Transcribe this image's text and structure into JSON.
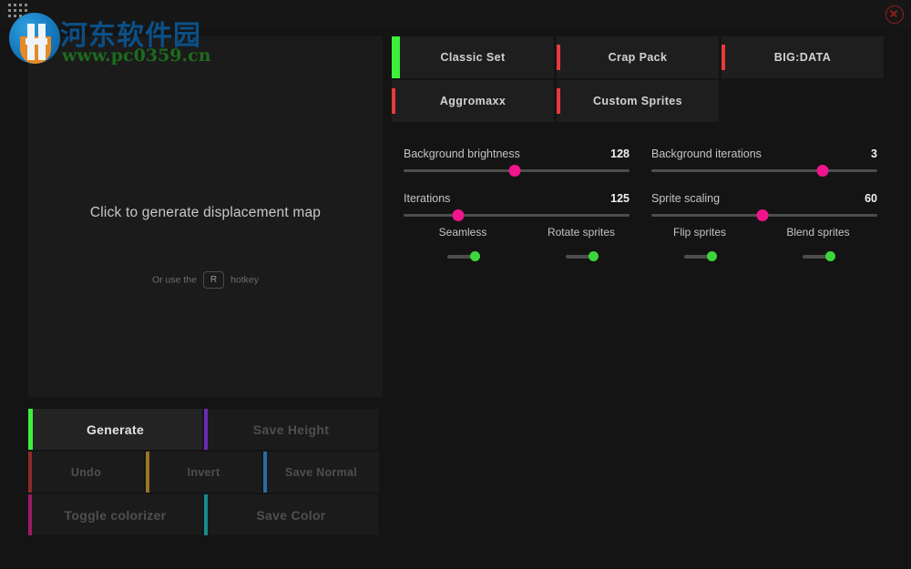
{
  "window": {
    "menu_icon": "dot-grid-icon",
    "close_icon": "close-circle-icon"
  },
  "watermark": {
    "site_name": "河东软件园",
    "url": "www.pc0359.cn"
  },
  "preview": {
    "hint": "Click to generate displacement map",
    "sub_prefix": "Or use the",
    "hotkey": "R",
    "sub_suffix": "hotkey"
  },
  "actions": {
    "rows": [
      [
        {
          "label": "Generate",
          "accent": "#3cf03c",
          "primary": true,
          "size": "wide"
        },
        {
          "label": "Save Height",
          "accent": "#6a2ab5",
          "primary": false,
          "size": "wide"
        }
      ],
      [
        {
          "label": "Undo",
          "accent": "#8a2a2a",
          "primary": false,
          "size": "third"
        },
        {
          "label": "Invert",
          "accent": "#9c7328",
          "primary": false,
          "size": "third"
        },
        {
          "label": "Save Normal",
          "accent": "#2a6aa8",
          "primary": false,
          "size": "third"
        }
      ],
      [
        {
          "label": "Toggle colorizer",
          "accent": "#9c1a66",
          "primary": false,
          "size": "wide"
        },
        {
          "label": "Save Color",
          "accent": "#1a8a8a",
          "primary": false,
          "size": "wide"
        }
      ]
    ]
  },
  "presets": {
    "rows": [
      [
        {
          "label": "Classic Set",
          "active": true
        },
        {
          "label": "Crap Pack",
          "active": false
        },
        {
          "label": "BIG:DATA",
          "active": false
        }
      ],
      [
        {
          "label": "Aggromaxx",
          "active": false
        },
        {
          "label": "Custom Sprites",
          "active": false
        }
      ]
    ],
    "active_color": "#3cf03c",
    "inactive_color": "#e8393c"
  },
  "sliders": {
    "thumb_color": "#f0158c",
    "track_color": "#4d4d4d",
    "left_column": [
      {
        "label": "Background brightness",
        "value": "128",
        "percent": 49
      },
      {
        "label": "Iterations",
        "value": "125",
        "percent": 24
      }
    ],
    "right_column": [
      {
        "label": "Background iterations",
        "value": "3",
        "percent": 76
      },
      {
        "label": "Sprite scaling",
        "value": "60",
        "percent": 49
      }
    ]
  },
  "toggles": {
    "on_color": "#3cd53c",
    "items": [
      {
        "label": "Seamless",
        "on": true
      },
      {
        "label": "Rotate sprites",
        "on": true
      },
      {
        "label": "Flip sprites",
        "on": true
      },
      {
        "label": "Blend sprites",
        "on": true
      }
    ]
  }
}
